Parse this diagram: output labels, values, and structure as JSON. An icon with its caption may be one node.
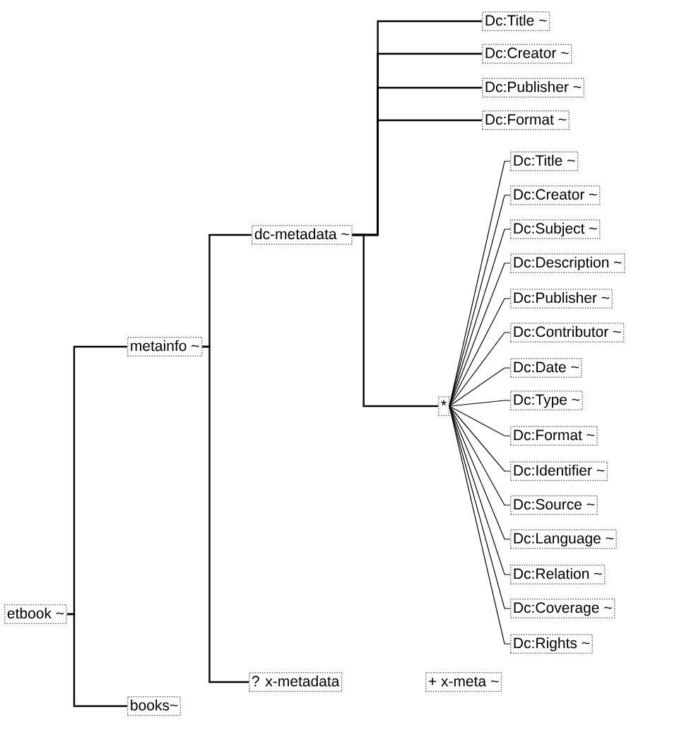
{
  "diagram": {
    "nodes": [
      {
        "text": [
          "etbook ~"
        ]
      },
      {
        "text": [
          "metainfo ~"
        ]
      },
      {
        "text": [
          "books~"
        ]
      },
      {
        "text": [
          "dc-metadata ~"
        ]
      },
      {
        "text": [
          "? x-metadata"
        ]
      },
      {
        "text": [
          "Dc:Title ~"
        ]
      },
      {
        "text": [
          "Dc:Creator ~"
        ]
      },
      {
        "text": [
          "Dc:Publisher ~"
        ]
      },
      {
        "text": [
          "Dc:Format ~"
        ]
      },
      {
        "text": [
          "*"
        ]
      },
      {
        "text": [
          "Dc:Title ~"
        ]
      },
      {
        "text": [
          "Dc:Creator ~"
        ]
      },
      {
        "text": [
          "Dc:Subject ~"
        ]
      },
      {
        "text": [
          "Dc:Description ~"
        ]
      },
      {
        "text": [
          "Dc:Publisher ~"
        ]
      },
      {
        "text": [
          "Dc:Contributor ~"
        ]
      },
      {
        "text": [
          "Dc:Date ~"
        ]
      },
      {
        "text": [
          "Dc:Type ~"
        ]
      },
      {
        "text": [
          "Dc:Format ~"
        ]
      },
      {
        "text": [
          "Dc:Identifier ~"
        ]
      },
      {
        "text": [
          "Dc:Source ~"
        ]
      },
      {
        "text": [
          "Dc:Language ~"
        ]
      },
      {
        "text": [
          "Dc:Relation ~"
        ]
      },
      {
        "text": [
          "Dc:Coverage ~"
        ]
      },
      {
        "text": [
          "Dc:Rights ~"
        ]
      },
      {
        "text": [
          "+ x-meta ~"
        ]
      }
    ],
    "edges": [
      {
        "from": 0,
        "to": 1,
        "arrow": "none"
      },
      {
        "from": 0,
        "to": 2,
        "arrow": "none"
      },
      {
        "from": 1,
        "to": 3,
        "arrow": "none"
      },
      {
        "from": 1,
        "to": 4,
        "arrow": "none"
      },
      {
        "from": 3,
        "to": 5,
        "arrow": "none"
      },
      {
        "from": 3,
        "to": 6,
        "arrow": "none"
      },
      {
        "from": 3,
        "to": 7,
        "arrow": "none"
      },
      {
        "from": 3,
        "to": 8,
        "arrow": "none"
      },
      {
        "from": 3,
        "to": 9,
        "arrow": "none"
      },
      {
        "from": 9,
        "to": 10,
        "arrow": "none"
      },
      {
        "from": 9,
        "to": 11,
        "arrow": "none"
      },
      {
        "from": 9,
        "to": 12,
        "arrow": "none"
      },
      {
        "from": 9,
        "to": 13,
        "arrow": "none"
      },
      {
        "from": 9,
        "to": 14,
        "arrow": "none"
      },
      {
        "from": 9,
        "to": 15,
        "arrow": "none"
      },
      {
        "from": 9,
        "to": 16,
        "arrow": "none"
      },
      {
        "from": 9,
        "to": 17,
        "arrow": "none"
      },
      {
        "from": 9,
        "to": 18,
        "arrow": "none"
      },
      {
        "from": 9,
        "to": 19,
        "arrow": "none"
      },
      {
        "from": 9,
        "to": 20,
        "arrow": "none"
      },
      {
        "from": 9,
        "to": 21,
        "arrow": "none"
      },
      {
        "from": 9,
        "to": 22,
        "arrow": "none"
      },
      {
        "from": 9,
        "to": 23,
        "arrow": "none"
      },
      {
        "from": 9,
        "to": 24,
        "arrow": "none"
      }
    ]
  }
}
